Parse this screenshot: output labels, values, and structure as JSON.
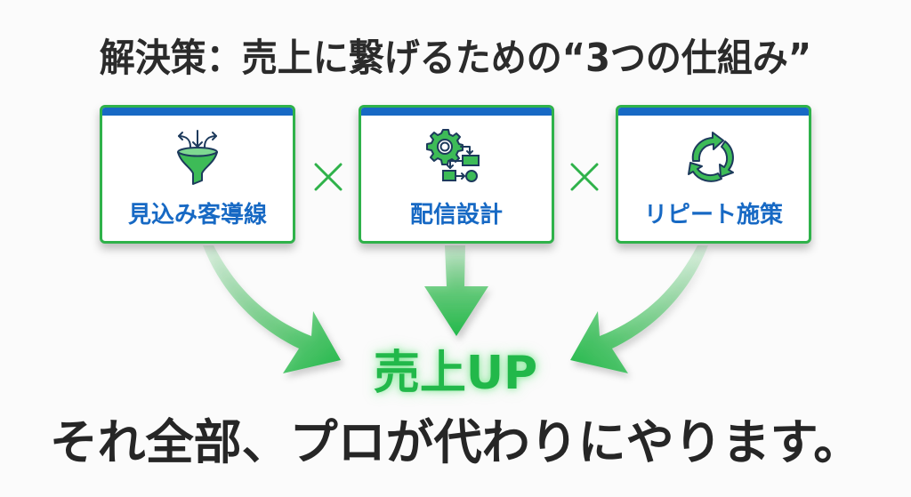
{
  "title": "解決策：売上に繋げるための“3つの仕組み”",
  "colors": {
    "box_border": "#2fb24a",
    "box_header": "#1769c4",
    "label_text": "#1769c4",
    "accent_green": "#22b84a",
    "title_text": "#2b2b2b"
  },
  "mechanisms": [
    {
      "label": "見込み客導線",
      "icon": "funnel-icon"
    },
    {
      "label": "配信設計",
      "icon": "gear-flowchart-icon"
    },
    {
      "label": "リピート施策",
      "icon": "cycle-arrows-icon"
    }
  ],
  "operator": "×",
  "result": "売上UP",
  "tagline": "それ全部、プロが代わりにやります。"
}
